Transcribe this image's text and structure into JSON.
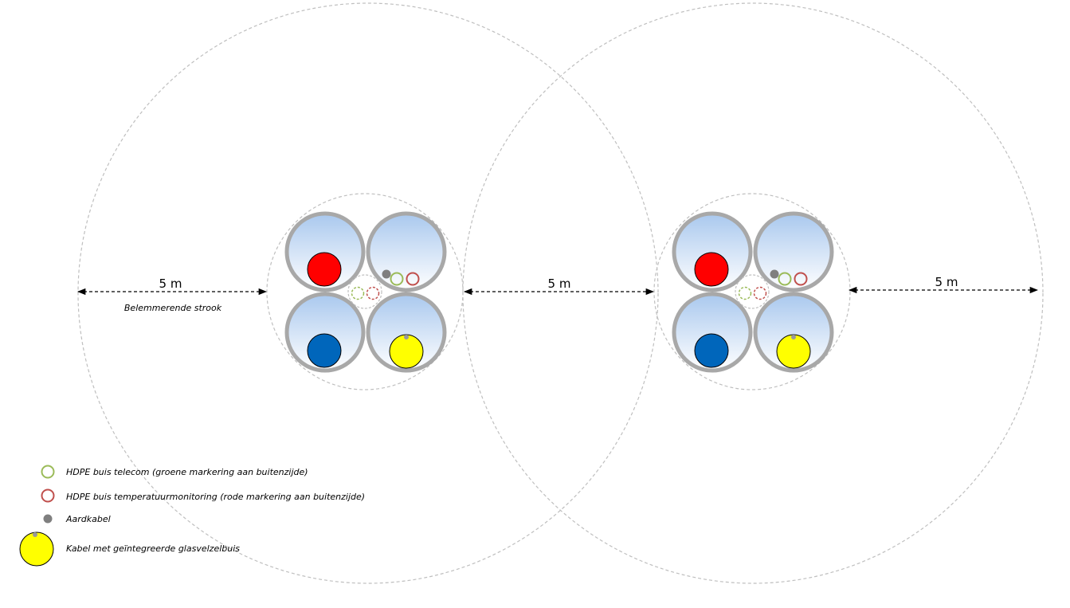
{
  "dimensions": {
    "left": "5 m",
    "middle": "5 m",
    "right": "5 m"
  },
  "strip_label": "Belemmerende strook",
  "legend": {
    "telecom": "HDPE buis telecom (groene markering aan buitenzijde)",
    "temperature": "HDPE buis temperatuurmonitoring (rode markering aan buitenzijde)",
    "ground_cable": "Aardkabel",
    "fiber_cable": "Kabel met geïntegreerde glasvelzelbuis"
  },
  "colors": {
    "phase_red": "#ff0000",
    "phase_blue": "#0066bb",
    "phase_yellow": "#ffff00",
    "conduit_ring": "#a8a8a8",
    "telecom_green": "#9bbb59",
    "temperature_red": "#c0504d",
    "ground_grey": "#808080",
    "zone_dash": "#bfbfbf"
  }
}
